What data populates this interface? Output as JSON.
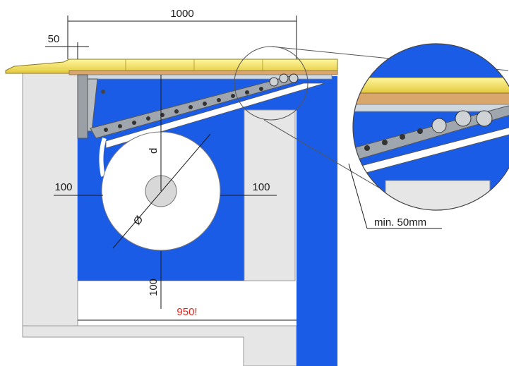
{
  "dimensions": {
    "top_width": "1000",
    "overhang": "50",
    "left_clearance": "100",
    "right_clearance": "100",
    "bottom_clearance": "100",
    "pit_width": "950!",
    "roll_depth": "d",
    "roll_diameter": "Ø",
    "min_gap": "min. 50mm"
  },
  "colors": {
    "pit_blue": "#1a5ce6",
    "concrete_gray": "#e6e6e6",
    "deck_yellow": "#f4e261",
    "timber_tan": "#d9a66b",
    "warning_red": "#e8231c"
  }
}
